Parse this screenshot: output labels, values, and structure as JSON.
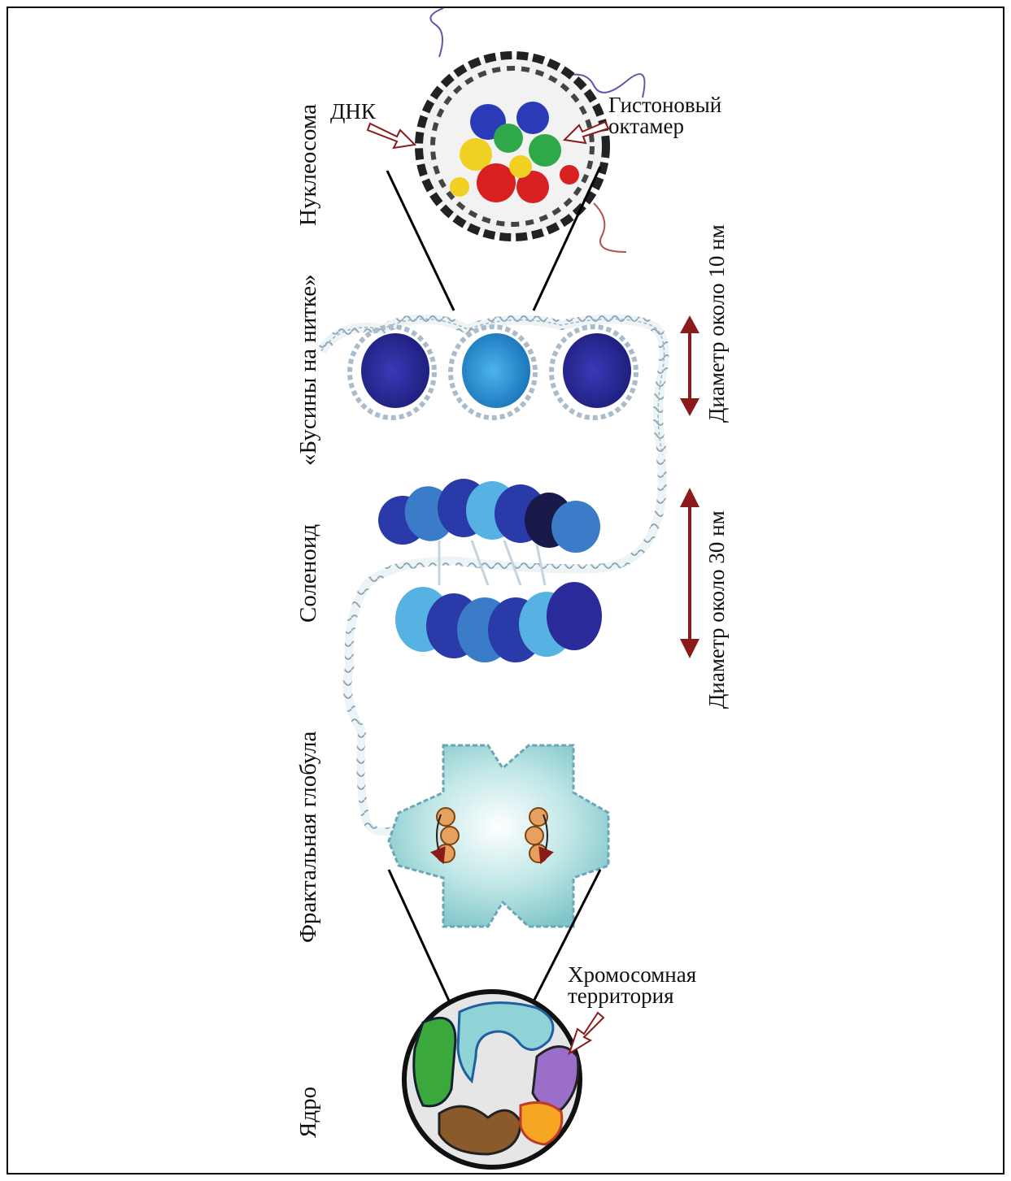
{
  "levels": {
    "nucleosome": "Нуклеосома",
    "beads": "«Бусины на нитке»",
    "solenoid": "Соленоид",
    "fractal": "Фрактальная глобула",
    "nucleus": "Ядро"
  },
  "annotations": {
    "dna": "ДНК",
    "octamer_line1": "Гистоновый",
    "octamer_line2": "октамер",
    "territory_line1": "Хромосомная",
    "territory_line2": "территория"
  },
  "dimensions": {
    "d10": "Диаметр около 10 нм",
    "d30": "Диаметр около 30 нм"
  },
  "colors": {
    "arrow": "#8b1a1a",
    "bead_dark": "#2a2a9a",
    "bead_light": "#2a8fd0",
    "globule": "#9fd6d6",
    "nucleus_green": "#3aa83a",
    "nucleus_purple": "#9b6fc9",
    "nucleus_brown": "#8b5a2b",
    "nucleus_orange": "#f5a623",
    "nucleus_teal": "#8fd3d6"
  }
}
